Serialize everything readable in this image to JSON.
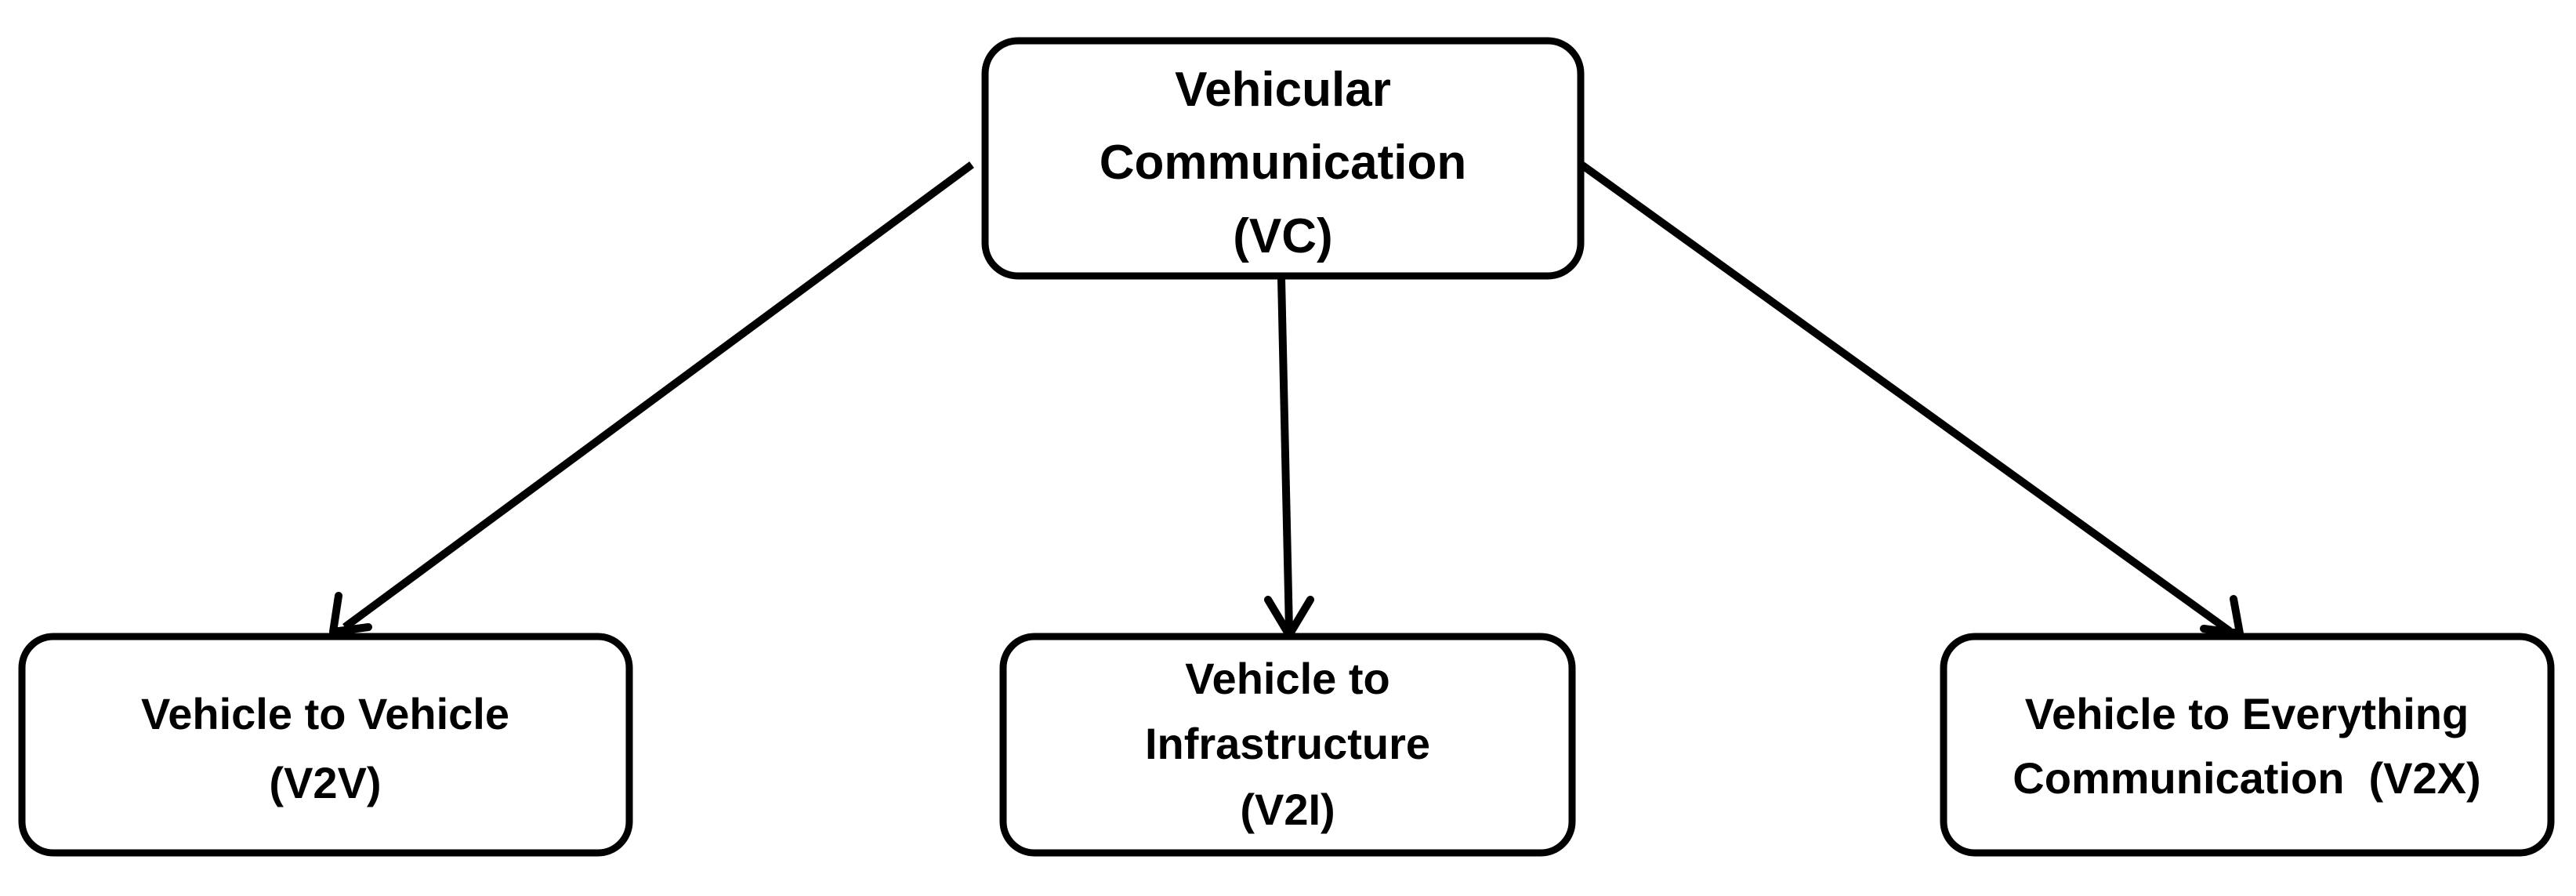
{
  "diagram": {
    "root": {
      "lines": [
        "Vehicular",
        "Communication",
        "(VC)"
      ]
    },
    "children": [
      {
        "lines": [
          "Vehicle to Vehicle",
          "(V2V)"
        ]
      },
      {
        "lines": [
          "Vehicle to",
          "Infrastructure",
          "(V2I)"
        ]
      },
      {
        "lines": [
          "Vehicle to Everything",
          "Communication  (V2X)"
        ]
      }
    ],
    "edges": [
      {
        "from": "root",
        "to": "child-0"
      },
      {
        "from": "root",
        "to": "child-1"
      },
      {
        "from": "root",
        "to": "child-2"
      }
    ],
    "colors": {
      "stroke": "#000000",
      "background": "#ffffff"
    }
  }
}
